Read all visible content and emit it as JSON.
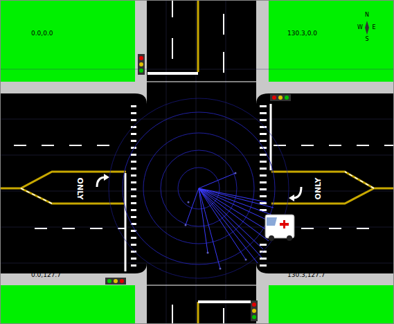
{
  "diagram": {
    "labels": [
      "0.0,0.0",
      "130.3,0.0",
      "0.0,127.7",
      "130.3,127.7",
      "ONLY",
      "ONLY",
      "N",
      "W",
      "E",
      "S"
    ]
  }
}
